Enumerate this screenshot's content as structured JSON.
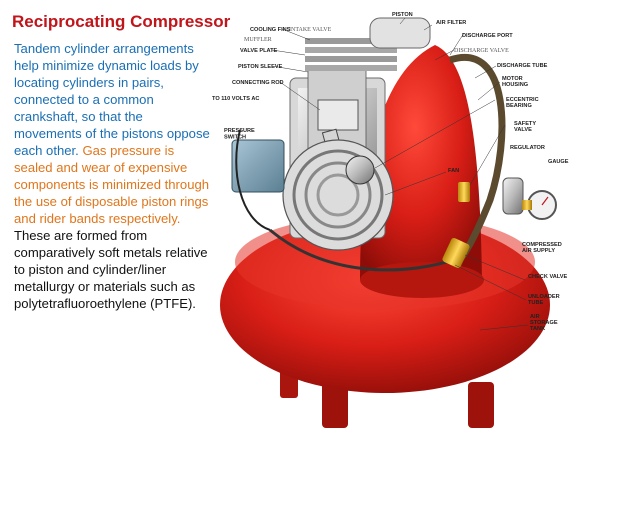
{
  "title": "Reciprocating Compressor",
  "paragraph": {
    "blue": "Tandem cylinder arrangements help minimize dynamic loads by locating cylinders in pairs, connected to a common crankshaft, so that the movements of the pistons oppose each other.",
    "orange": "Gas pressure is sealed and wear of expensive components is minimized through the use of disposable piston rings and rider bands respectively.",
    "black": "These are formed from comparatively soft metals relative to piston and cylinder/liner metallurgy or materials such as polytetrafluoroethylene (PTFE)."
  },
  "diagram_labels": {
    "cooling_fins": "COOLING FINS",
    "intake_valve": "INTAKE VALVE",
    "muffler": "MUFFLER",
    "valve_plate": "VALVE PLATE",
    "piston_sleeve": "PISTON SLEEVE",
    "connecting_rod": "CONNECTING ROD",
    "to_110_volts": "TO 110 VOLTS AC",
    "pressure_switch": "PRESSURE\nSWITCH",
    "piston": "PISTON",
    "air_filter": "AIR FILTER",
    "discharge_port": "DISCHARGE PORT",
    "discharge_valve": "DISCHARGE VALVE",
    "discharge_tube": "DISCHARGE TUBE",
    "motor_housing": "MOTOR\nHOUSING",
    "eccentric_bearing": "ECCENTRIC\nBEARING",
    "safety_valve": "SAFETY\nVALVE",
    "regulator": "REGULATOR",
    "gauge": "GAUGE",
    "fan": "FAN",
    "compressed_air_supply": "COMPRESSED\nAIR SUPPLY",
    "check_valve": "CHECK VALVE",
    "unloader_tube": "UNLOADER\nTUBE",
    "air_storage_tank": "AIR\nSTORAGE\nTANK"
  },
  "colors": {
    "title": "#c0151b",
    "blue_text": "#1a6fb4",
    "orange_text": "#e0761c",
    "tank_red": "#d81e16"
  }
}
